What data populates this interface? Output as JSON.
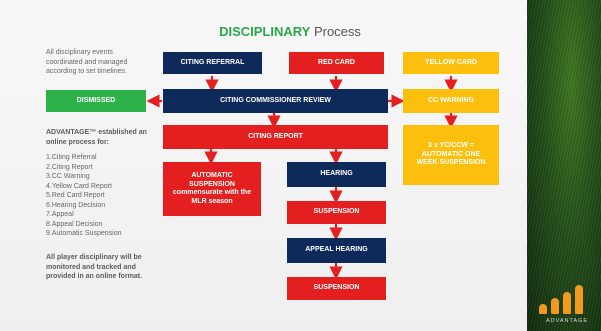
{
  "slide": {
    "title_bold": "DISCIPLINARY",
    "title_rest": " Process",
    "intro": "All disciplinary events coordinated and managed according to set timelines.",
    "process_intro": "ADVANTAGE™ established an online process for:",
    "process_items": [
      "1.Citing Referral",
      "2.Citing Report",
      "3.CC Warning",
      "4.Yellow Card Report",
      "5.Red Card Report",
      "6.Hearing Decision",
      "7.Appeal",
      "8.Appeal Decision",
      "9.Automatic Suspension"
    ],
    "footer_note": "All player disciplinary will be monitored and tracked and provided in an online format."
  },
  "boxes": {
    "citing_referral": "CITING REFERRAL",
    "red_card": "RED CARD",
    "yellow_card": "YELLOW CARD",
    "dismissed": "DISMISSED",
    "ccr": "CITING COMMISSIONER REVIEW",
    "cc_warning": "CC WARNING",
    "citing_report": "CITING REPORT",
    "three_yc": "3 x YC/CCW = AUTOMATIC ONE WEEK SUSPENSION",
    "auto_suspension_1": "AUTOMATIC SUSPENSION",
    "auto_suspension_2": "commensurate with the MLR season",
    "hearing": "HEARING",
    "suspension_1": "SUSPENSION",
    "appeal_hearing": "APPEAL HEARING",
    "suspension_2": "SUSPENSION"
  },
  "colors": {
    "navy": "#0e2a5a",
    "red": "#e3201f",
    "yellow": "#fcbf0e",
    "green": "#2db24a",
    "title_green": "#29a84a",
    "brand_orange": "#f39a1e"
  },
  "logo": {
    "text": "ADVANTAGE",
    "icon": "bar-chart-logo-icon"
  }
}
